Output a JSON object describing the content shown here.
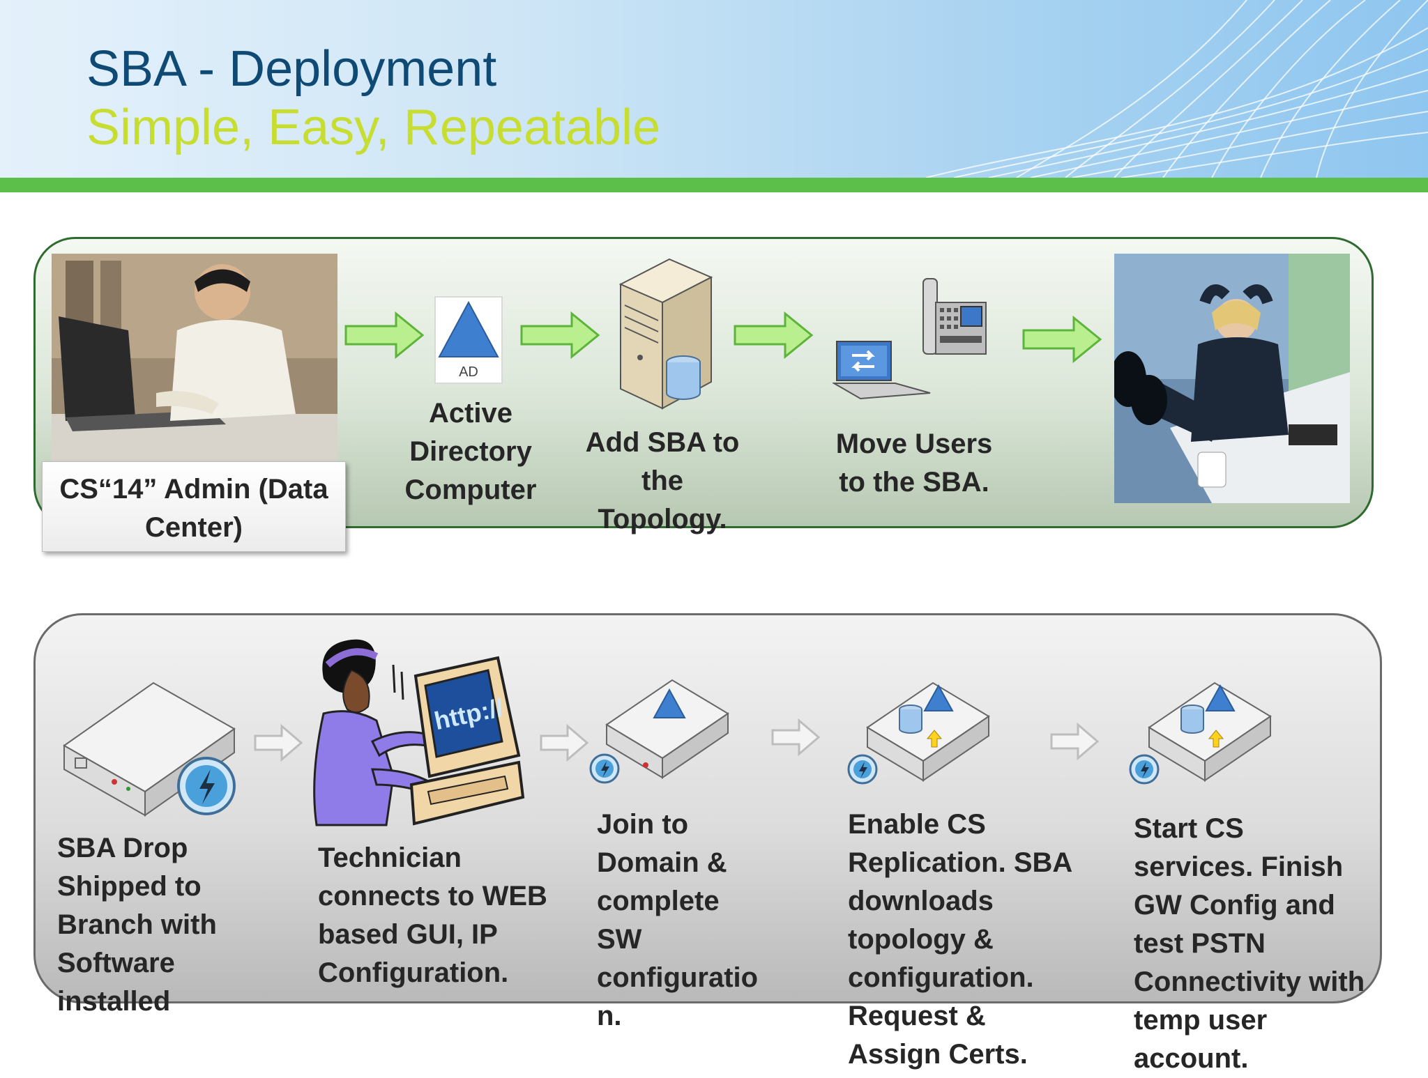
{
  "slide": {
    "title": "SBA - Deployment",
    "subtitle": "Simple, Easy, Repeatable"
  },
  "top_flow": {
    "admin_label": "CS“14” Admin (Data Center)",
    "ad_icon_text": "AD",
    "step_ad": "Active Directory Computer",
    "step_topology": "Add SBA to the Topology.",
    "step_move": "Move Users to the SBA."
  },
  "bottom_flow": {
    "step_drop": "SBA Drop Shipped to Branch with Software installed",
    "step_tech": "Technician connects to WEB based GUI, IP Configuration.",
    "screen_text": "http://",
    "step_join": "Join to Domain & complete SW configuratio n.",
    "step_replication": "Enable CS Replication. SBA downloads topology & configuration. Request & Assign Certs.",
    "step_start": "Start CS services. Finish GW Config and test PSTN Connectivity with temp user account."
  }
}
